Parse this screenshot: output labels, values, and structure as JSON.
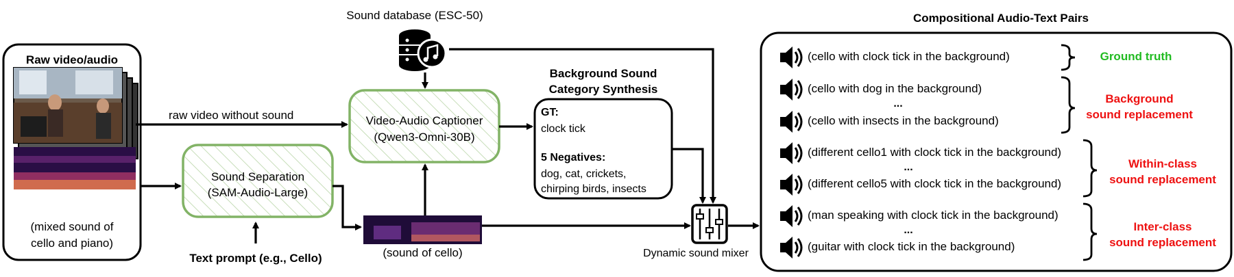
{
  "raw": {
    "title": "Raw video/audio",
    "caption_line1": "(mixed sound of",
    "caption_line2": "cello and piano)"
  },
  "edge_raw_video": "raw video without sound",
  "db": {
    "label": "Sound database (ESC-50)"
  },
  "captioner": {
    "line1": "Video-Audio Captioner",
    "line2": "(Qwen3-Omni-30B)"
  },
  "separation": {
    "line1": "Sound Separation",
    "line2": "(SAM-Audio-Large)"
  },
  "text_prompt": "Text prompt (e.g., Cello)",
  "cello_caption": "(sound of cello)",
  "bg": {
    "title_line1": "Background Sound",
    "title_line2": "Category Synthesis",
    "gt_label": "GT:",
    "gt_value": "clock tick",
    "neg_label": "5 Negatives:",
    "neg_line1": "dog, cat, crickets,",
    "neg_line2": "chirping birds, insects"
  },
  "mixer_label": "Dynamic sound mixer",
  "pairs": {
    "title": "Compositional Audio-Text Pairs",
    "rows": [
      "(cello with clock tick in the background)",
      "(cello with dog in the background)",
      "(cello with insects in the background)",
      "(different cello1 with clock tick in the background)",
      "(different cello5 with clock tick in the background)",
      "(man speaking with clock tick in the background)",
      "(guitar with clock tick in the background)"
    ],
    "ellipsis": "...",
    "groups": [
      {
        "line1": "Ground truth",
        "line2": "",
        "color": "#22bb22"
      },
      {
        "line1": "Background",
        "line2": "sound replacement",
        "color": "#ee1111"
      },
      {
        "line1": "Within-class",
        "line2": "sound replacement",
        "color": "#ee1111"
      },
      {
        "line1": "Inter-class",
        "line2": "sound replacement",
        "color": "#ee1111"
      }
    ]
  },
  "colors": {
    "green_border": "#82b366",
    "line": "#000000"
  }
}
